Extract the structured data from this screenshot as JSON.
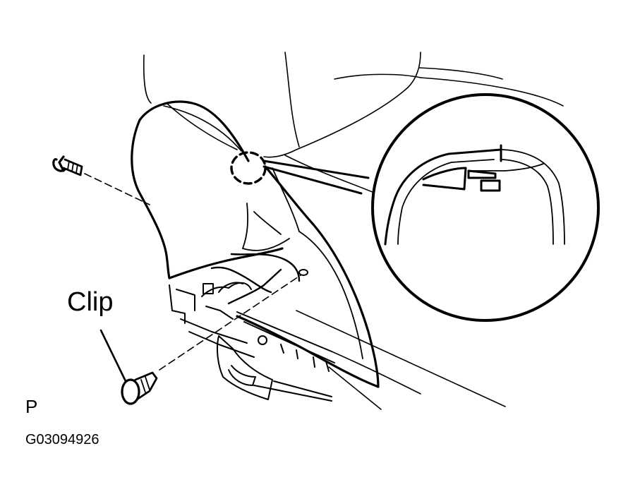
{
  "diagram": {
    "labels": {
      "clip": "Clip",
      "view_marker": "P",
      "figure_code": "G03094926"
    },
    "parts": {
      "bolt": "bolt-icon",
      "clip_fastener": "clip-fastener-icon",
      "cover": "cover-panel",
      "detail_callout": "detail-magnifier"
    },
    "colors": {
      "line": "#000000",
      "background": "#ffffff"
    }
  }
}
